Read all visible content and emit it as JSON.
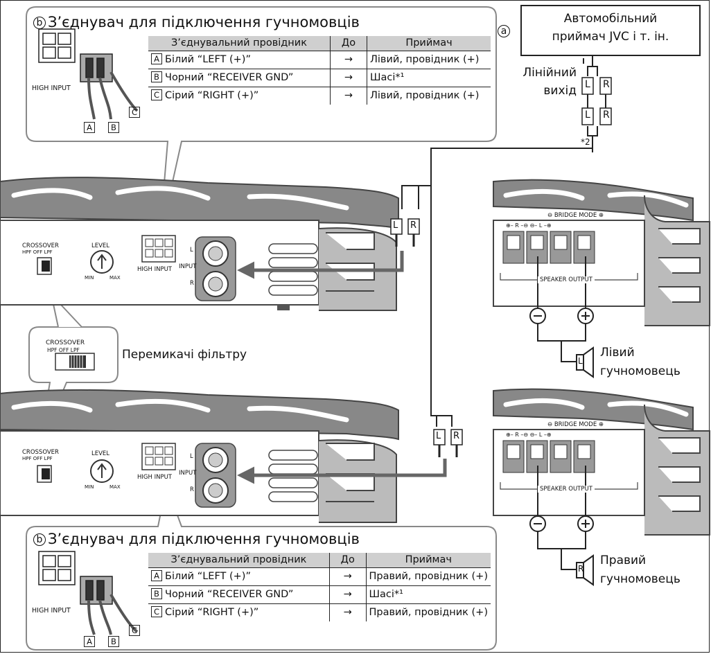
{
  "callout": {
    "letter": "b",
    "title": "З’єднувач для підключення гучномовців",
    "col_wire": "З’єднувальний провідник",
    "col_to": "До",
    "col_receiver": "Приймач",
    "connector_label": "HIGH INPUT",
    "wire_letters": [
      "A",
      "B",
      "C"
    ]
  },
  "table_top": {
    "rows": [
      {
        "letter": "A",
        "wire": "Білий “LEFT (+)”",
        "arrow": "→",
        "dest": "Лівий, провідник (+)"
      },
      {
        "letter": "B",
        "wire": "Чорний “RECEIVER GND”",
        "arrow": "→",
        "dest": "Шасі*¹"
      },
      {
        "letter": "C",
        "wire": "Сірий “RIGHT (+)”",
        "arrow": "→",
        "dest": "Лівий, провідник (+)"
      }
    ]
  },
  "table_bottom": {
    "rows": [
      {
        "letter": "A",
        "wire": "Білий “LEFT (+)”",
        "arrow": "→",
        "dest": "Правий, провідник (+)"
      },
      {
        "letter": "B",
        "wire": "Чорний “RECEIVER GND”",
        "arrow": "→",
        "dest": "Шасі*¹"
      },
      {
        "letter": "C",
        "wire": "Сірий “RIGHT (+)”",
        "arrow": "→",
        "dest": "Правий, провідник (+)"
      }
    ]
  },
  "receiver": {
    "marker": "a",
    "name_line1": "Автомобільний",
    "name_line2": "приймач JVC і т. ін.",
    "line_out_1": "Лінійний",
    "line_out_2": "вихід",
    "footnote": "*2",
    "plug_left": "L",
    "plug_right": "R"
  },
  "amp": {
    "crossover": "CROSSOVER",
    "hpf": "HPF",
    "off": "OFF",
    "lpf": "LPF",
    "level": "LEVEL",
    "min": "MIN",
    "max": "MAX",
    "high_input": "HIGH INPUT",
    "input": "INPUT",
    "in_l": "L",
    "in_r": "R"
  },
  "filter_switch_label": "Перемикачі фільтру",
  "speaker_out": {
    "bridge": "⊖ BRIDGE MODE ⊕",
    "terminals": "⊕– R –⊖  ⊖– L –⊕",
    "label": "SPEAKER OUTPUT",
    "minus": "−",
    "plus": "+"
  },
  "speakers": {
    "left_1": "Лівий",
    "left_2": "гучномовець",
    "left_letter": "L",
    "right_1": "Правий",
    "right_2": "гучномовець",
    "right_letter": "R"
  }
}
